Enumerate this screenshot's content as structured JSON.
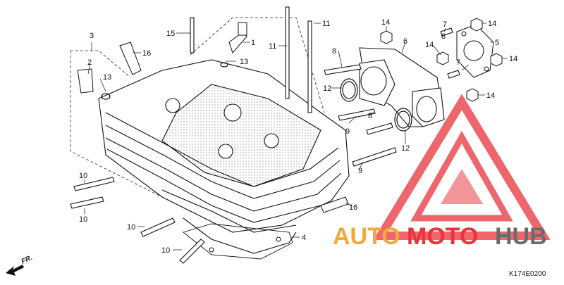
{
  "diagram": {
    "reference_code": "K174E0200",
    "direction_label": "FR.",
    "callouts": {
      "c1": "1",
      "c2": "2",
      "c3": "3",
      "c4": "4",
      "c5": "5",
      "c6": "6",
      "c7a": "7",
      "c7b": "7",
      "c8a": "8",
      "c8b": "8",
      "c8c": "8",
      "c9a": "9",
      "c9b": "9",
      "c10a": "10",
      "c10b": "10",
      "c10c": "10",
      "c10d": "10",
      "c11a": "11",
      "c11b": "11",
      "c12a": "12",
      "c12b": "12",
      "c13a": "13",
      "c13b": "13",
      "c14a": "14",
      "c14b": "14",
      "c14c": "14",
      "c14d": "14",
      "c14e": "14",
      "c15": "15",
      "c16a": "16",
      "c16b": "16"
    }
  },
  "watermark": {
    "word_part1": "AUTO",
    "word_part2": "MOTO",
    "word_part3": "HUB",
    "color_orange": "#f3a83b",
    "color_red": "#e8343a",
    "color_gray": "#6b6b6b"
  }
}
